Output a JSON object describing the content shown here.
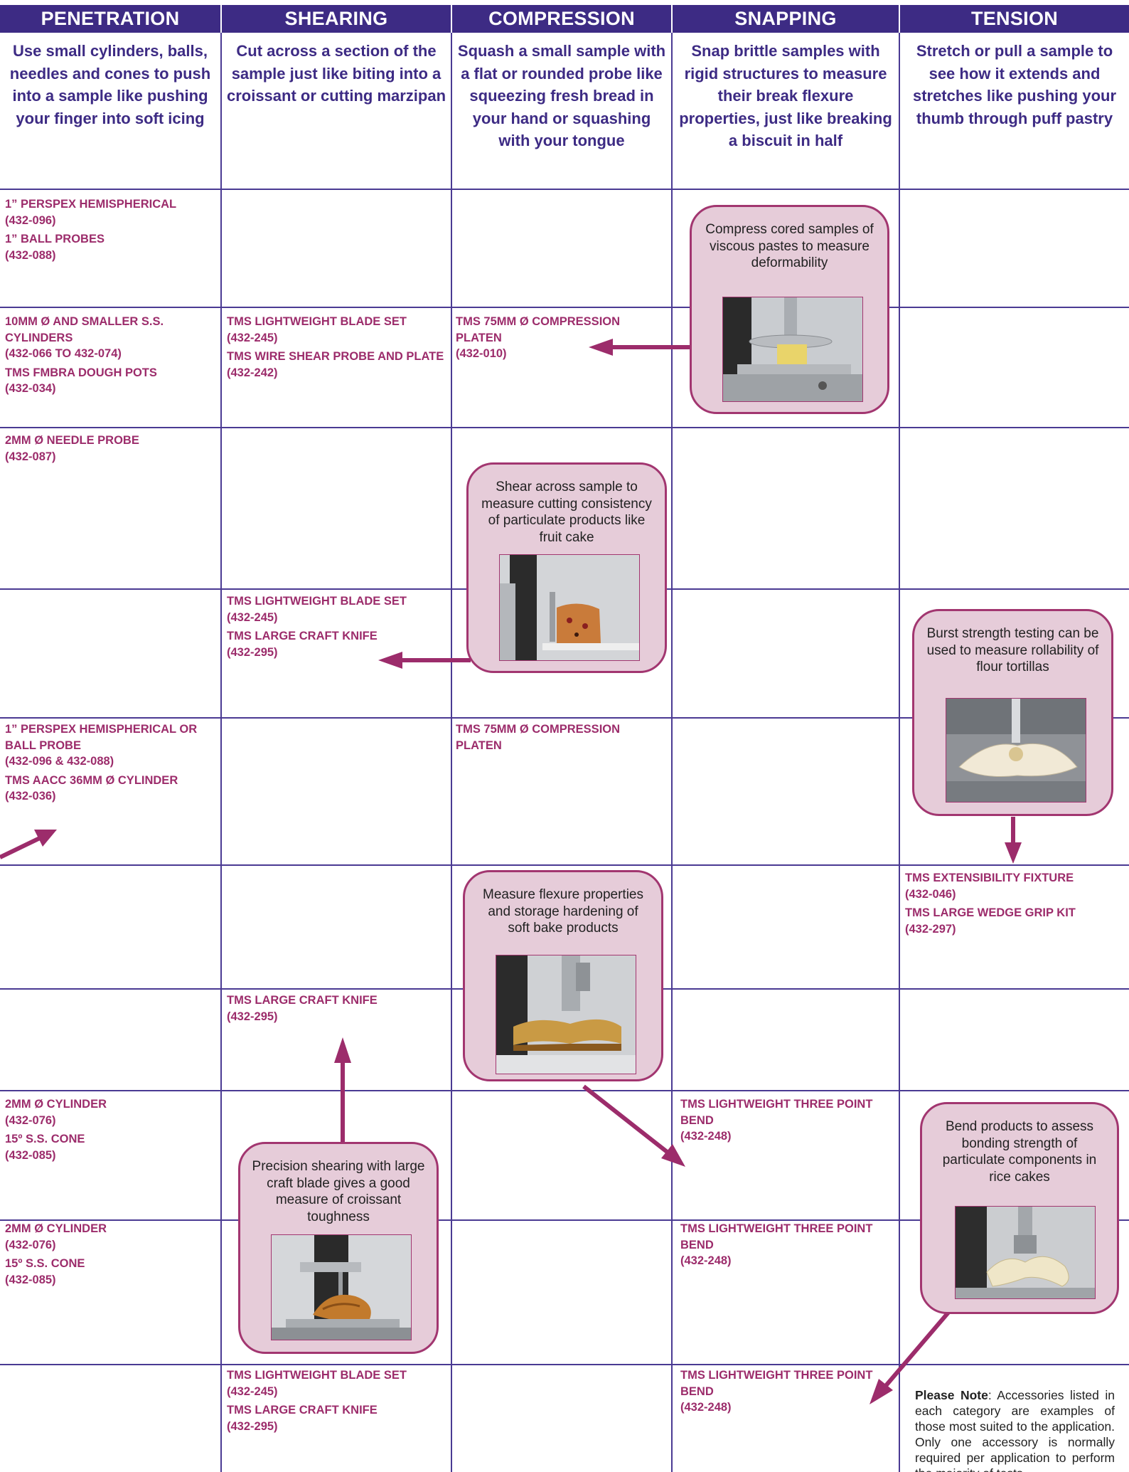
{
  "headers": [
    "PENETRATION",
    "SHEARING",
    "COMPRESSION",
    "SNAPPING",
    "TENSION"
  ],
  "descriptions": [
    "Use small cylinders, balls, needles and cones to push into a sample like pushing your finger into soft icing",
    "Cut across a section of the sample just like biting into a croissant or cutting marzipan",
    "Squash a small sample with a flat or rounded probe like squeezing fresh bread in your hand or squashing with your tongue",
    "Snap brittle samples with rigid structures to measure their break flexure properties, just like breaking a biscuit in half",
    "Stretch or pull a sample to see how it extends and stretches like pushing your thumb through puff pastry"
  ],
  "rows": [
    {
      "penetration": [
        {
          "name": "1” PERSPEX HEMISPHERICAL",
          "code": "(432-096)"
        },
        {
          "name": "1” BALL PROBES",
          "code": "(432-088)"
        }
      ],
      "shearing": [],
      "compression": [],
      "snapping": [],
      "tension": []
    },
    {
      "penetration": [
        {
          "name": "10MM Ø AND SMALLER S.S. CYLINDERS",
          "code": "(432-066 TO 432-074)"
        },
        {
          "name": "TMS FMBRA DOUGH POTS",
          "code": "(432-034)"
        }
      ],
      "shearing": [
        {
          "name": "TMS LIGHTWEIGHT BLADE SET",
          "code": "(432-245)"
        },
        {
          "name": "TMS WIRE SHEAR PROBE AND PLATE",
          "code": "(432-242)"
        }
      ],
      "compression": [
        {
          "name": "TMS 75MM Ø COMPRESSION PLATEN",
          "code": "(432-010)"
        }
      ],
      "snapping": [],
      "tension": []
    },
    {
      "penetration": [
        {
          "name": "2MM Ø NEEDLE PROBE",
          "code": "(432-087)"
        }
      ],
      "shearing": [],
      "compression": [],
      "snapping": [],
      "tension": []
    },
    {
      "penetration": [],
      "shearing": [
        {
          "name": "TMS LIGHTWEIGHT BLADE SET",
          "code": "(432-245)"
        },
        {
          "name": "TMS LARGE CRAFT KNIFE",
          "code": "(432-295)"
        }
      ],
      "compression": [],
      "snapping": [],
      "tension": []
    },
    {
      "penetration": [
        {
          "name": "1” PERSPEX HEMISPHERICAL OR BALL PROBE",
          "code": "(432-096 & 432-088)"
        },
        {
          "name": "TMS AACC 36MM Ø CYLINDER",
          "code": "(432-036)"
        }
      ],
      "shearing": [],
      "compression": [
        {
          "name": "TMS 75MM Ø COMPRESSION PLATEN",
          "code": ""
        }
      ],
      "snapping": [],
      "tension": []
    },
    {
      "penetration": [],
      "shearing": [],
      "compression": [],
      "snapping": [],
      "tension": [
        {
          "name": "TMS EXTENSIBILITY FIXTURE",
          "code": "(432-046)"
        },
        {
          "name": "TMS LARGE WEDGE GRIP KIT",
          "code": "(432-297)"
        }
      ]
    },
    {
      "penetration": [],
      "shearing": [
        {
          "name": "TMS LARGE CRAFT KNIFE",
          "code": "(432-295)"
        }
      ],
      "compression": [],
      "snapping": [],
      "tension": []
    },
    {
      "penetration": [
        {
          "name": "2MM Ø CYLINDER",
          "code": "(432-076)"
        },
        {
          "name": "15º S.S. CONE",
          "code": "(432-085)"
        }
      ],
      "shearing": [],
      "compression": [],
      "snapping": [
        {
          "name": "TMS LIGHTWEIGHT THREE POINT BEND",
          "code": "(432-248)"
        }
      ],
      "tension": []
    },
    {
      "penetration": [
        {
          "name": "2MM Ø CYLINDER",
          "code": "(432-076)"
        },
        {
          "name": "15º S.S. CONE",
          "code": "(432-085)"
        }
      ],
      "shearing": [],
      "compression": [],
      "snapping": [
        {
          "name": "TMS LIGHTWEIGHT THREE POINT BEND",
          "code": "(432-248)"
        }
      ],
      "tension": []
    },
    {
      "penetration": [],
      "shearing": [
        {
          "name": "TMS LIGHTWEIGHT BLADE SET",
          "code": "(432-245)"
        },
        {
          "name": "TMS LARGE CRAFT KNIFE",
          "code": "(432-295)"
        }
      ],
      "compression": [],
      "snapping": [
        {
          "name": "TMS LIGHTWEIGHT THREE POINT BEND",
          "code": "(432-248)"
        }
      ],
      "tension": []
    }
  ],
  "callouts": [
    {
      "text": "Compress cored samples of viscous pastes to measure deformability",
      "photo": "compression-platen-cheese"
    },
    {
      "text": "Shear across sample to measure cutting consistency of particulate products like fruit cake",
      "photo": "blade-fruit-cake"
    },
    {
      "text": "Burst strength testing can be used to measure rollability of flour tortillas",
      "photo": "burst-tortilla"
    },
    {
      "text": "Measure flexure properties and storage hardening of soft bake products",
      "photo": "bend-soft-bake"
    },
    {
      "text": "Precision shearing with large craft blade gives a good measure of croissant toughness",
      "photo": "knife-croissant"
    },
    {
      "text": "Bend products to assess bonding strength of particulate components in rice cakes",
      "photo": "bend-rice-cake"
    }
  ],
  "note": {
    "bold": "Please Note",
    "text": ": Accessories listed in each category are examples of those most suited to the application.  Only one accessory is normally required per application to perform the majority of tests."
  },
  "colors": {
    "header_bg": "#3d2b84",
    "accent": "#9c2c6b",
    "callout_bg": "#e6ccd9",
    "grid": "#4a3a93"
  }
}
